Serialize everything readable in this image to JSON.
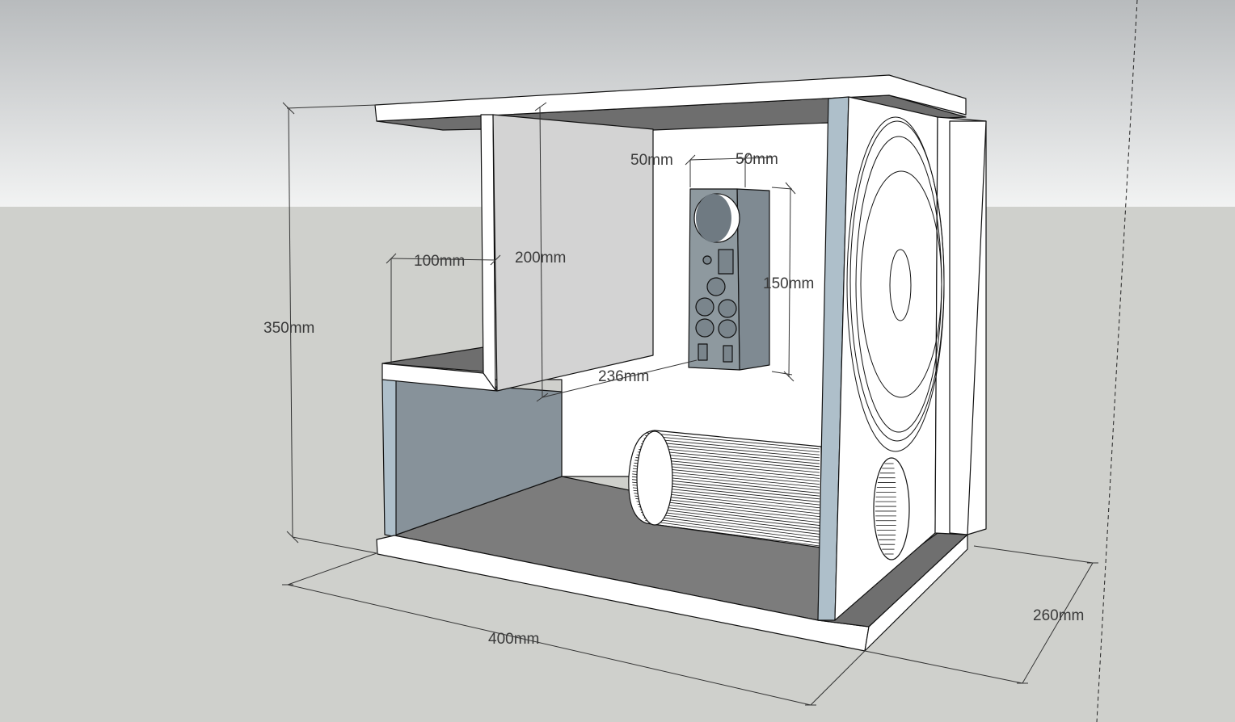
{
  "diagram": {
    "colors": {
      "sky_top": "#b9bcbd",
      "sky_bottom": "#f1f2f2",
      "ground": "#cfd0cc",
      "panel_white": "#ffffff",
      "panel_light": "#d3d3d3",
      "panel_grey": "#87929a",
      "panel_blue_edge": "#aebfca",
      "panel_dark": "#6e6e6e",
      "floor_dark": "#7a7a7a"
    },
    "dimensions": {
      "height": "350mm",
      "width": "400mm",
      "depth": "260mm",
      "shelf_height": "200mm",
      "shelf_depth": "100mm",
      "io_offset": "50mm",
      "io_width": "50mm",
      "io_height": "150mm",
      "internal_width": "236mm"
    }
  }
}
